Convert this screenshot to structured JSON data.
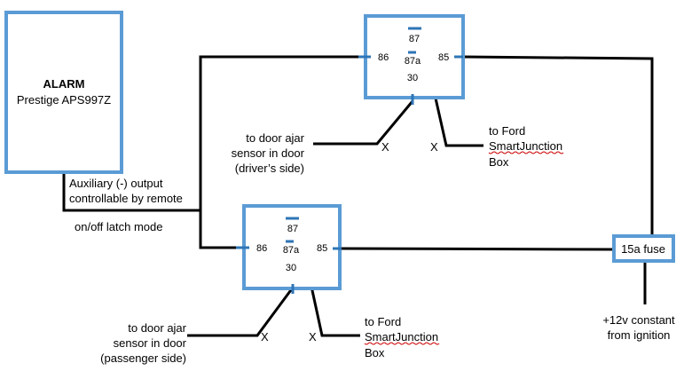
{
  "colors": {
    "box_border": "#5b9bd5",
    "pin_marker": "#2e75b6",
    "wire": "#000000",
    "spellcheck": "#cc0000"
  },
  "alarm": {
    "title": "ALARM",
    "model": "Prestige APS997Z"
  },
  "aux_output": {
    "line1": "Auxiliary (-) output",
    "line2": "controllable by remote"
  },
  "latch_mode": "on/off latch mode",
  "relays": [
    {
      "pins": {
        "p86": "86",
        "p87": "87",
        "p87a": "87a",
        "p30": "30",
        "p85": "85"
      },
      "sensor": [
        "to door ajar",
        "sensor in door",
        "(driver’s side)"
      ],
      "ford": [
        "to Ford",
        "SmartJunction",
        "Box"
      ],
      "x_marks": [
        "X",
        "X"
      ]
    },
    {
      "pins": {
        "p86": "86",
        "p87": "87",
        "p87a": "87a",
        "p30": "30",
        "p85": "85"
      },
      "sensor": [
        "to door ajar",
        "sensor in door",
        "(passenger side)"
      ],
      "ford": [
        "to Ford",
        "SmartJunction",
        "Box"
      ],
      "x_marks": [
        "X",
        "X"
      ]
    }
  ],
  "fuse": {
    "label": "15a fuse",
    "source_line1": "+12v constant",
    "source_line2": "from ignition"
  }
}
